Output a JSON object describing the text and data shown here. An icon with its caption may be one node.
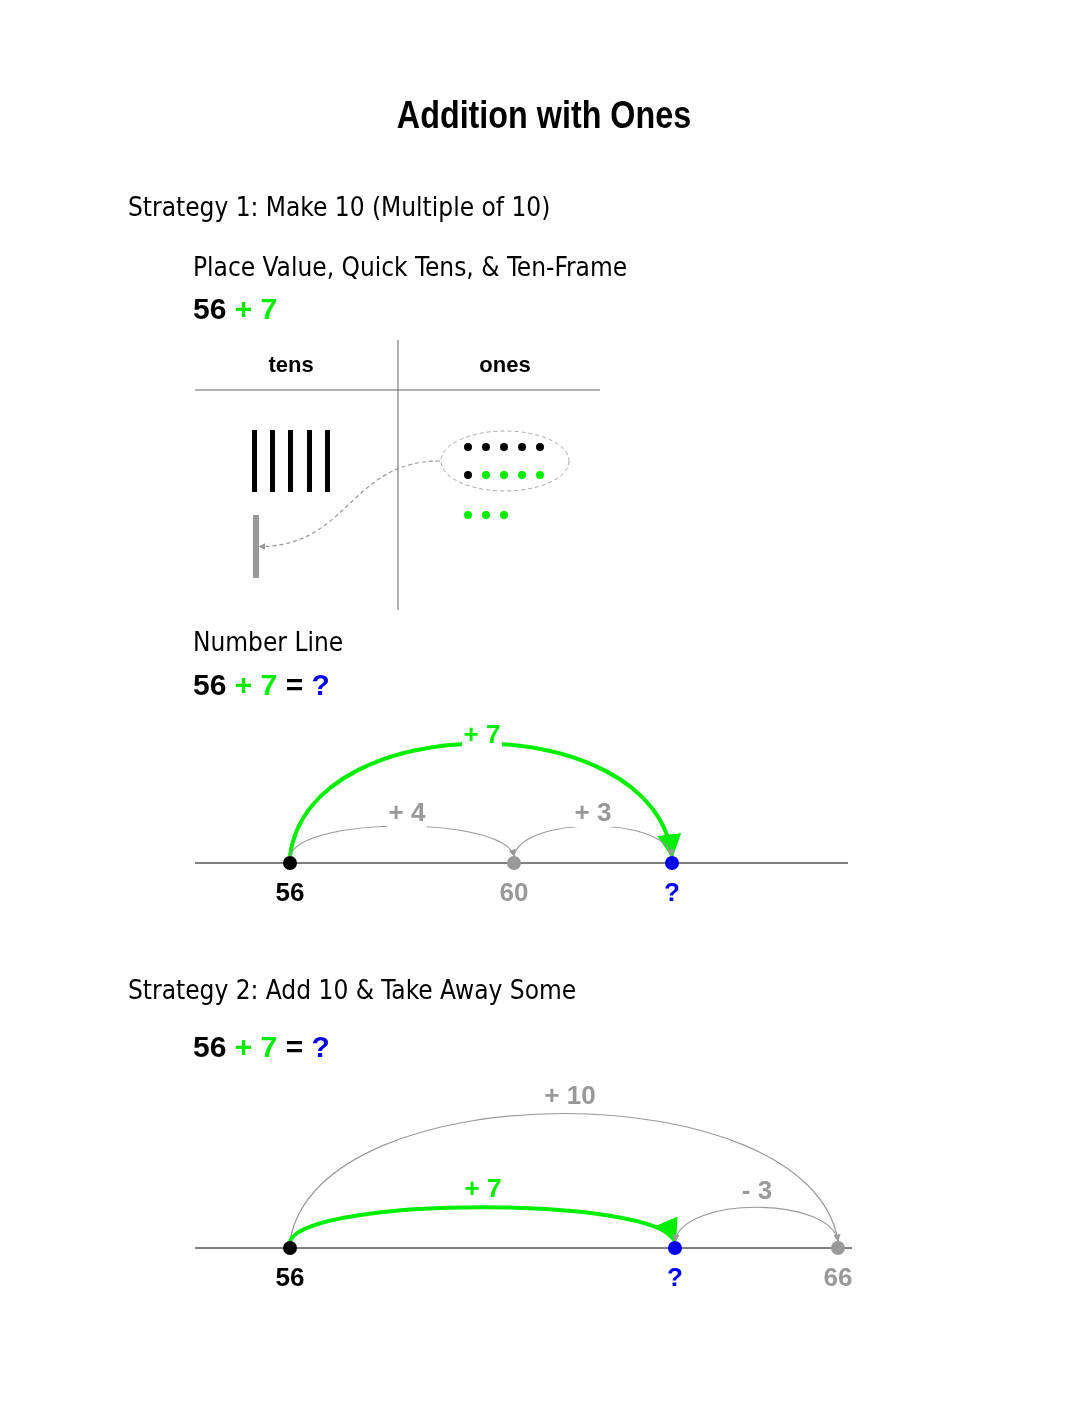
{
  "diagram": {
    "title": "Addition with Ones",
    "nodes": [
      {
        "text": [],
        "shape": "ellipse"
      },
      {
        "text": [],
        "shape": "bar"
      },
      {
        "text": [
          "56"
        ]
      },
      {
        "text": [
          "60"
        ]
      },
      {
        "text": [
          "?"
        ]
      },
      {
        "text": [
          "56"
        ]
      },
      {
        "text": [
          "?"
        ]
      },
      {
        "text": [
          "66"
        ]
      }
    ],
    "edges": [
      {
        "from": 0,
        "to": 1,
        "arrow": "to",
        "style": "dashed"
      },
      {
        "from": 2,
        "to": 4,
        "arrow": "to",
        "label": "+ 7",
        "style": "thick",
        "color": "#00ee00"
      },
      {
        "from": 2,
        "to": 3,
        "arrow": "to",
        "label": "+ 4"
      },
      {
        "from": 3,
        "to": 4,
        "arrow": "to",
        "label": "+ 3"
      },
      {
        "from": 5,
        "to": 7,
        "arrow": "to",
        "label": "+ 10"
      },
      {
        "from": 5,
        "to": 6,
        "arrow": "to",
        "label": "+ 7",
        "style": "thick",
        "color": "#00ee00"
      },
      {
        "from": 7,
        "to": 6,
        "arrow": "to",
        "label": "- 3"
      }
    ],
    "labels": [
      "Strategy 1: Make 10 (Multiple of 10)",
      "Place Value, Quick Tens, & Ten-Frame",
      "56 + 7",
      "tens",
      "ones",
      "Number Line",
      "56 + 7 = ?",
      "Strategy 2: Add 10 & Take Away Some",
      "56 + 7 = ?"
    ]
  }
}
